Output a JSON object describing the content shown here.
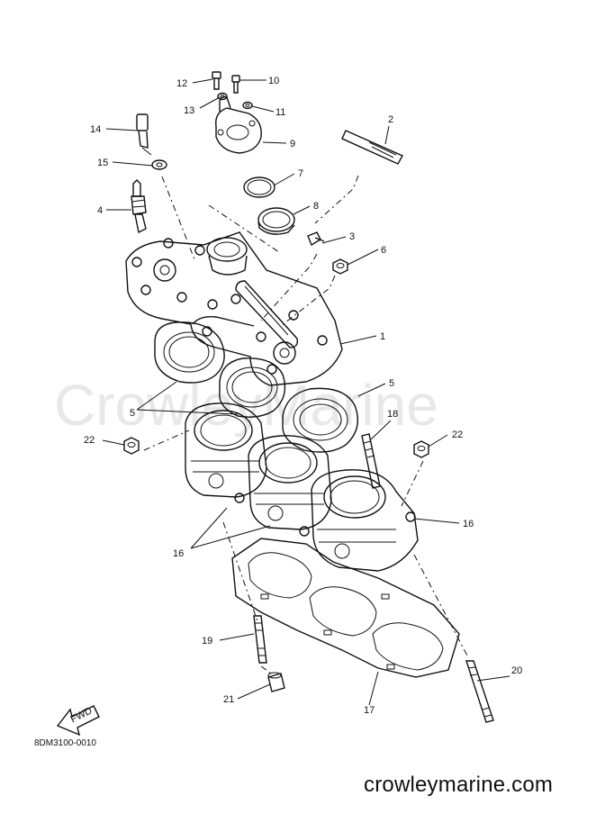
{
  "watermark": "CrowleyMarine",
  "doc_id": "8DM3100-0010",
  "site": "crowleymarine.com",
  "fwd_label": "FWD",
  "callouts": {
    "c1": "1",
    "c2": "2",
    "c3": "3",
    "c4": "4",
    "c5a": "5",
    "c5b": "5",
    "c6": "6",
    "c7": "7",
    "c8": "8",
    "c9": "9",
    "c10": "10",
    "c11": "11",
    "c12": "12",
    "c13": "13",
    "c14": "14",
    "c15": "15",
    "c16a": "16",
    "c16b": "16",
    "c17": "17",
    "c18": "18",
    "c19": "19",
    "c20": "20",
    "c21": "21",
    "c22a": "22",
    "c22b": "22"
  }
}
